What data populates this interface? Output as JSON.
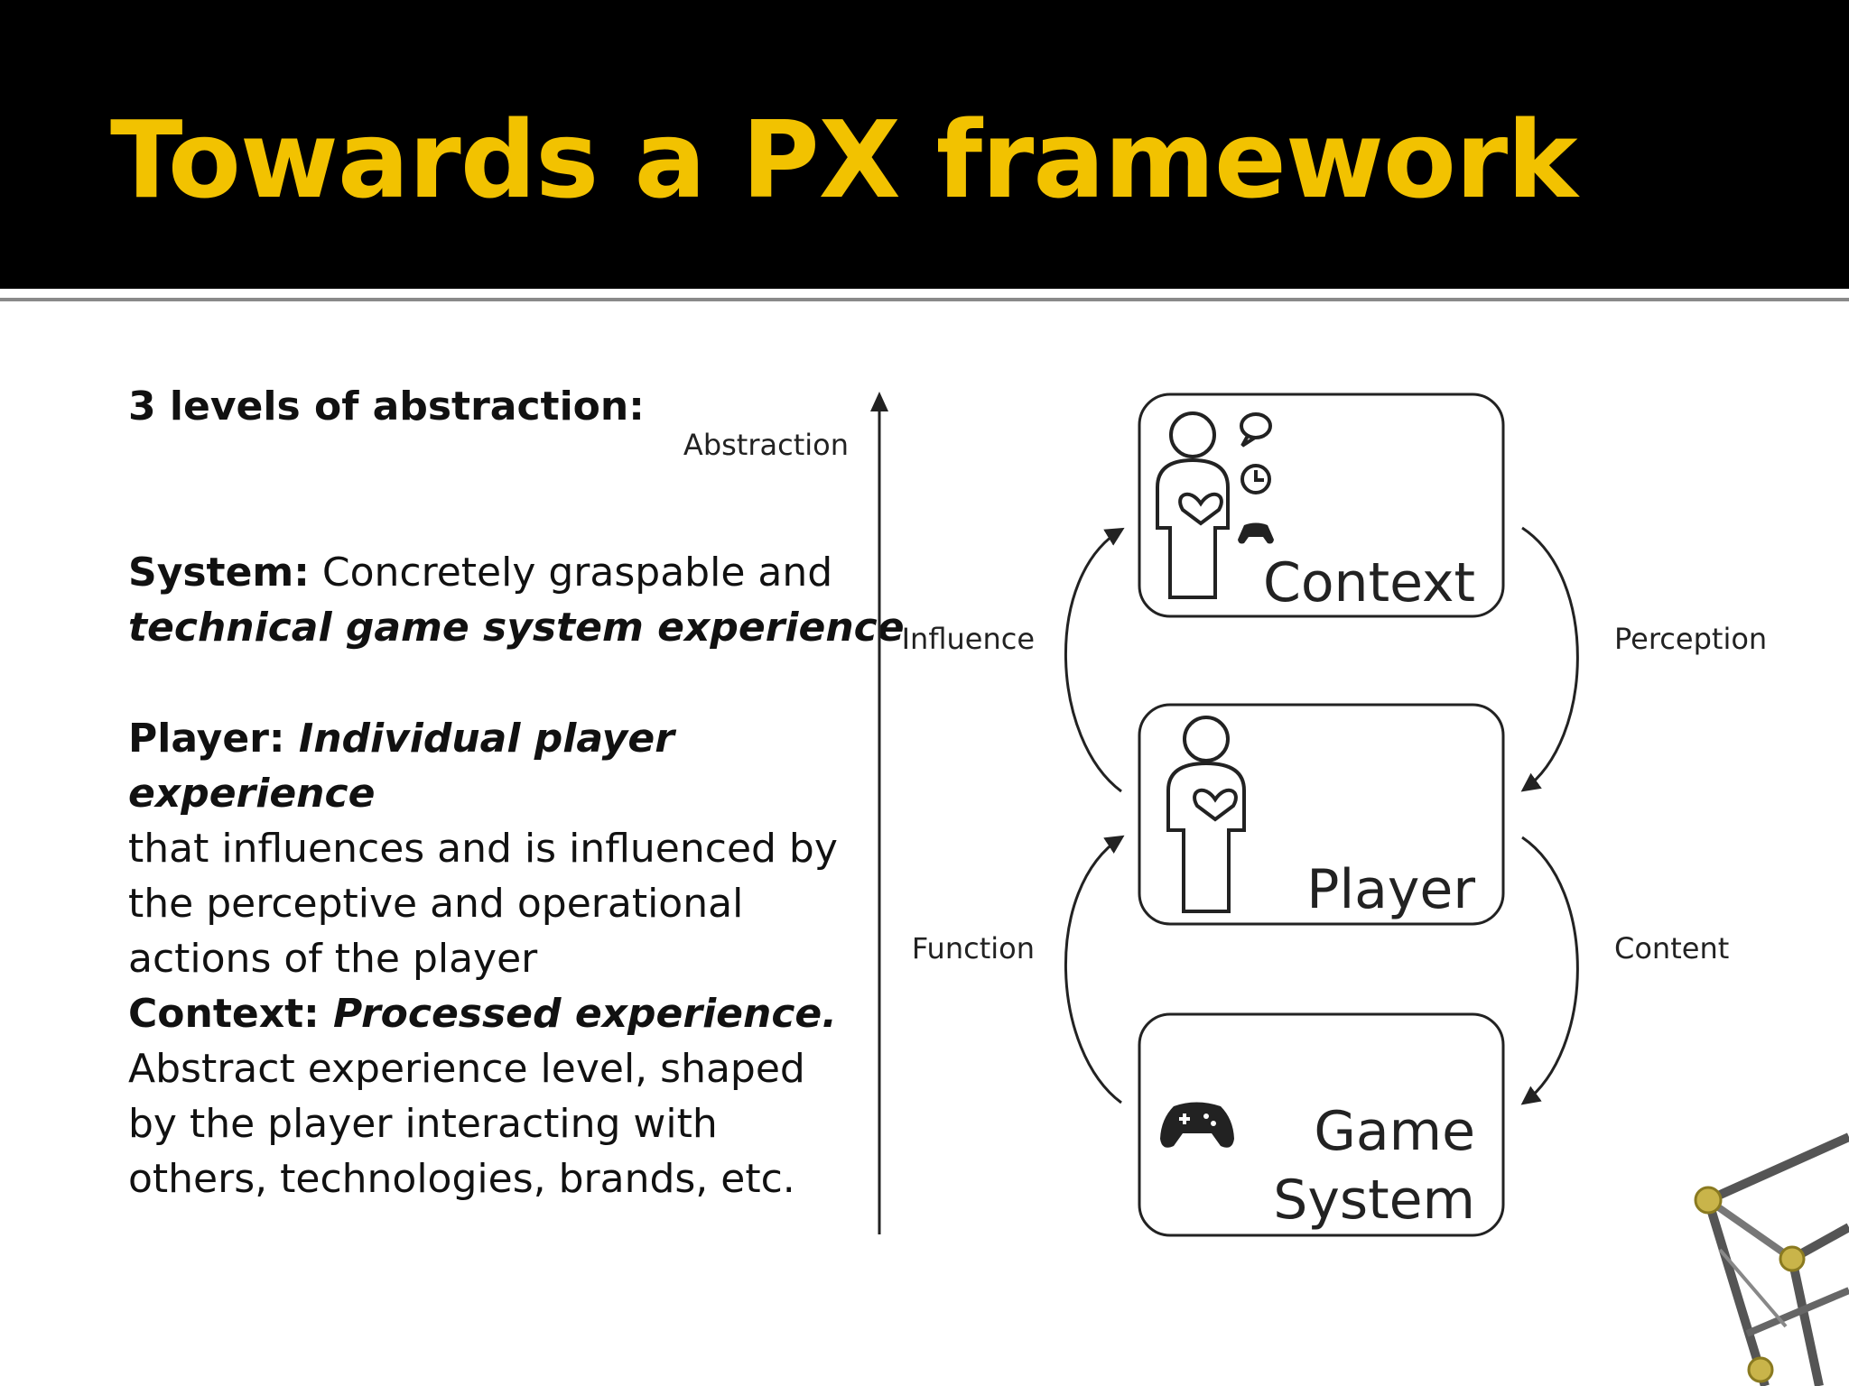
{
  "slide": {
    "title": "Towards a PX framework",
    "heading": "3 levels of abstraction:",
    "system": {
      "label": "System:",
      "text": " Concretely graspable and ",
      "emphasis": "technical game system experience"
    },
    "player": {
      "label": "Player:",
      "emphasis": " Individual player experience",
      "text": "that influences and is influenced by the perceptive and operational actions of the player"
    },
    "context": {
      "label": "Context:",
      "emphasis": " Processed experience.",
      "text": "Abstract experience level, shaped by the player interacting with others, technologies, brands, etc."
    }
  },
  "diagram": {
    "axis_label": "Abstraction",
    "boxes": {
      "context": "Context",
      "player": "Player",
      "game_line1": "Game",
      "game_line2": "System"
    },
    "arrows": {
      "influence": "Influence",
      "perception": "Perception",
      "function": "Function",
      "content": "Content"
    },
    "icons": [
      "person-icon",
      "speech-bubble-icon",
      "clock-icon",
      "gamepad-icon",
      "heart-icon"
    ]
  },
  "colors": {
    "header_bg": "#000000",
    "title": "#f2c200",
    "text": "#111111"
  }
}
